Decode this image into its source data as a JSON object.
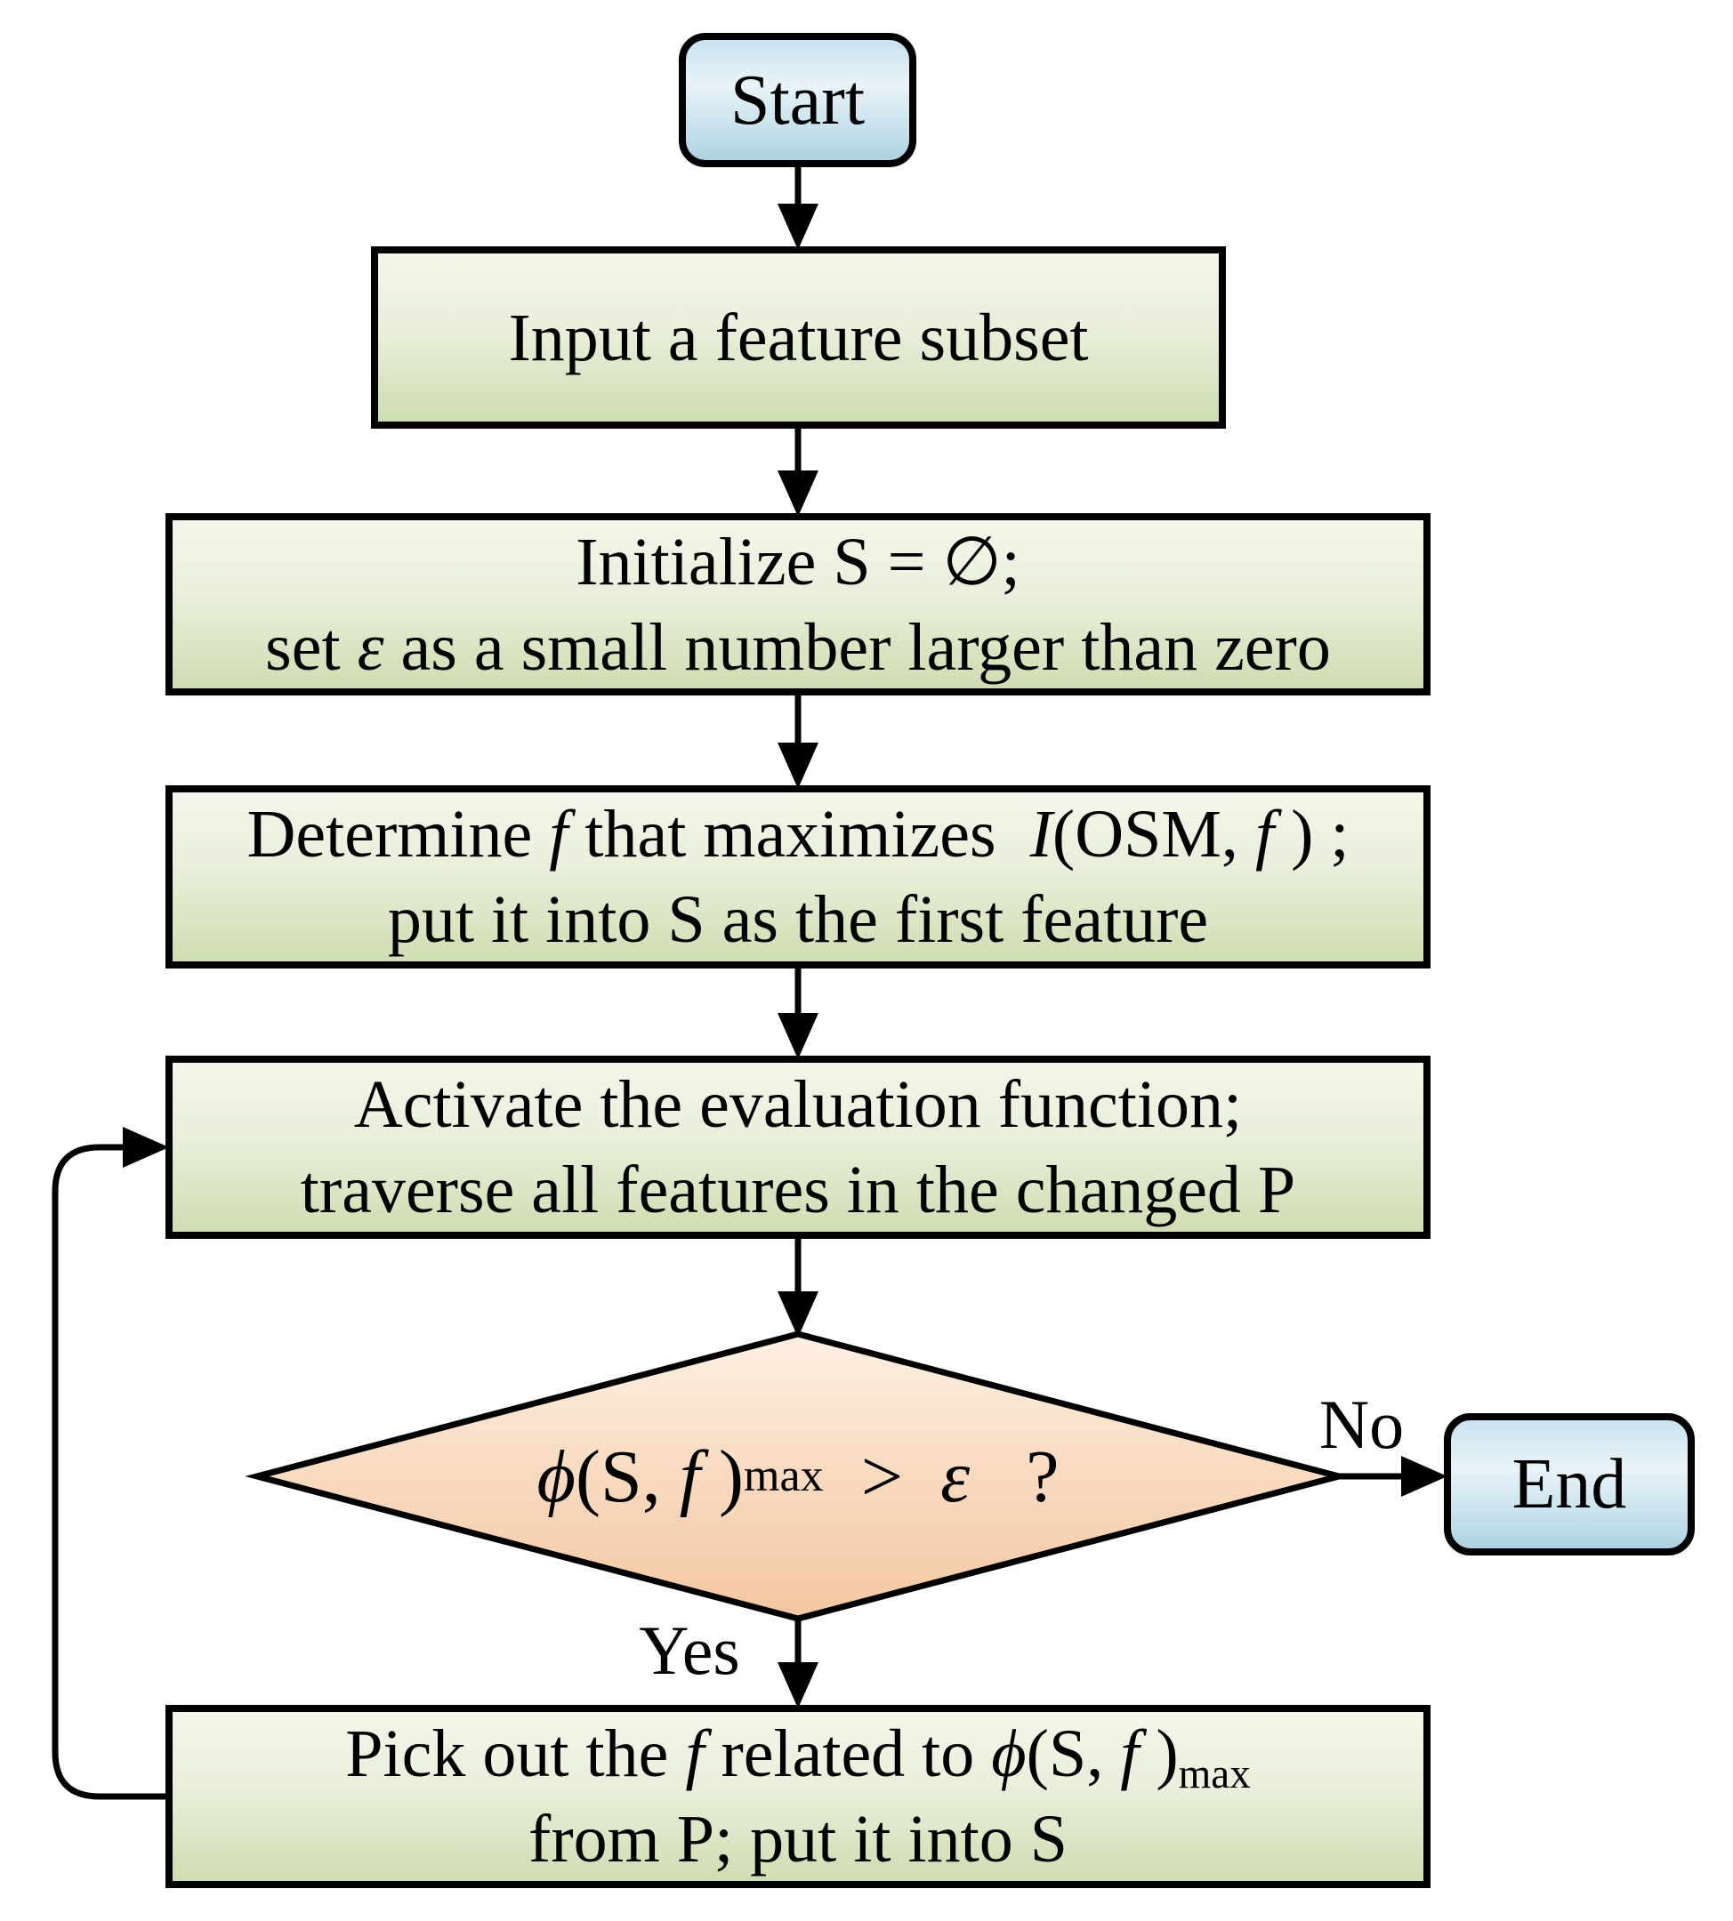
{
  "colors": {
    "outline": "#000000",
    "green_top": "#f3f6ea",
    "green_bottom": "#cfddb2",
    "blue_top": "#c9e3ef",
    "blue_mid": "#e9f3f8",
    "blue_bottom": "#aed3e2",
    "peach_top": "#fdf0e3",
    "peach_mid": "#f9dcc3",
    "peach_bottom": "#f3c7a2"
  },
  "nodes": {
    "start": {
      "label": "Start"
    },
    "input": {
      "label": "Input a feature subset"
    },
    "initialize": {
      "l1": "Initialize S = ∅;",
      "l2a": "set ",
      "l2b": "ε",
      "l2c": " as a small number larger than zero"
    },
    "determine": {
      "l1a": "Determine ",
      "l1b": "f",
      "l1c": " that maximizes  ",
      "l1d": "I",
      "l1e": "(OSM, ",
      "l1f": "f",
      "l1g": " ) ;",
      "l2": "put it into S as the first feature"
    },
    "activate": {
      "l1": "Activate the evaluation function;",
      "l2": "traverse all features in the changed P"
    },
    "decision": {
      "phi": "ϕ",
      "open": "(S, ",
      "f": "f",
      "close": " )",
      "sub": "max",
      "mid": "  >  ",
      "eps": "ε",
      "end": "   ?"
    },
    "pick": {
      "l1a": "Pick out the ",
      "l1b": "f",
      "l1c": " related to ",
      "l1d": "ϕ",
      "l1e": "(S, ",
      "l1f": "f",
      "l1g": " )",
      "l1sub": "max",
      "l2": "from P; put it into S"
    },
    "end": {
      "label": "End"
    }
  },
  "edge_labels": {
    "yes": "Yes",
    "no": "No"
  },
  "edges": [
    {
      "from": "start",
      "to": "input"
    },
    {
      "from": "input",
      "to": "initialize"
    },
    {
      "from": "initialize",
      "to": "determine"
    },
    {
      "from": "determine",
      "to": "activate"
    },
    {
      "from": "activate",
      "to": "decision"
    },
    {
      "from": "decision",
      "to": "end",
      "label": "No"
    },
    {
      "from": "decision",
      "to": "pick",
      "label": "Yes"
    },
    {
      "from": "pick",
      "to": "activate"
    }
  ]
}
